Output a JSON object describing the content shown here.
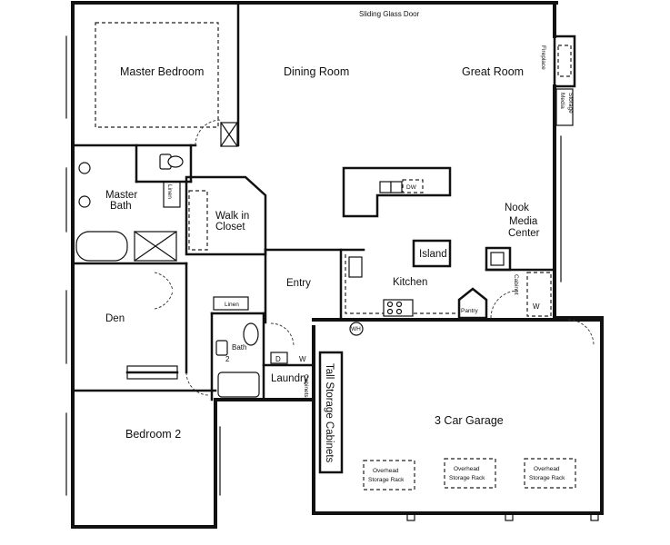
{
  "rooms": {
    "master_bedroom": "Master Bedroom",
    "dining_room": "Dining Room",
    "great_room": "Great Room",
    "master_bath_1": "Master",
    "master_bath_2": "Bath",
    "walk_in_1": "Walk in",
    "walk_in_2": "Closet",
    "nook": "Nook",
    "media_1": "Media",
    "media_2": "Center",
    "island": "Island",
    "kitchen": "Kitchen",
    "entry": "Entry",
    "den": "Den",
    "bath2_1": "Bath",
    "bath2_2": "2",
    "laundry": "Laundry",
    "bedroom2": "Bedroom 2",
    "garage": "3 Car Garage"
  },
  "labels": {
    "sliding_door": "Sliding Glass Door",
    "fireplace": "Fireplace",
    "media_storage_1": "Media",
    "media_storage_2": "Storage",
    "linen_master": "Linen",
    "linen_hall": "Linen",
    "dw": "DW",
    "pantry": "Pantry",
    "wh": "WH",
    "dryer": "D",
    "washer": "W",
    "cabinet": "Cabinet",
    "washer2": "W",
    "tall_storage": "Tall Storage Cabinets",
    "cabinets_small": "Cabinets",
    "overhead_1a": "Overhead",
    "overhead_1b": "Storage Rack",
    "overhead_2a": "Overhead",
    "overhead_2b": "Storage Rack",
    "overhead_3a": "Overhead",
    "overhead_3b": "Storage Rack"
  }
}
